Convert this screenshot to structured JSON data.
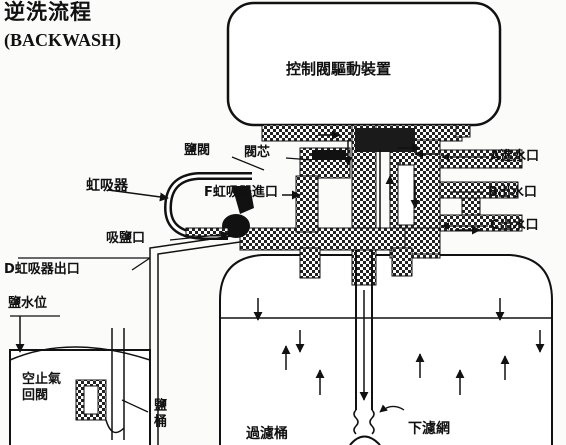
{
  "title": "逆洗流程",
  "subtitle": "(BACKWASH)",
  "labels": {
    "control_device": "控制閥驅動裝置",
    "salt_valve": "鹽閥",
    "valve_core": "閥芯",
    "siphon": "虹吸器",
    "siphon_inlet": "F虹吸器進口",
    "salt_intake": "吸鹽口",
    "siphon_outlet": "D虹吸器出口",
    "inlet_a": "A進水口",
    "outlet_b": "B出水口",
    "outlet_c": "C出水口",
    "salt_water_level": "鹽水位",
    "anti_air_valve": "空止氣回閥",
    "salt_tank": "鹽桶",
    "filter_tank": "過濾桶",
    "lower_filter": "下濾網"
  }
}
